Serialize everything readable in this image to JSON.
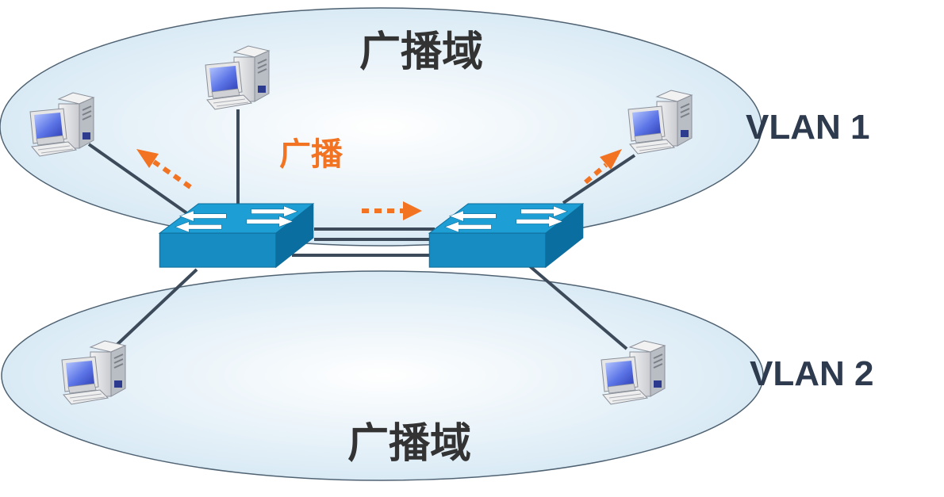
{
  "diagram": {
    "top_domain_label": "广播域",
    "bottom_domain_label": "广播域",
    "broadcast_label": "广播",
    "vlan1_label": "VLAN 1",
    "vlan2_label": "VLAN 2"
  },
  "colors": {
    "ellipse_fill": "#dcedf7",
    "ellipse_stroke": "#4f6272",
    "switch_blue": "#1a95cc",
    "link_line": "#3c4a5a",
    "broadcast_arrow": "#f27321"
  },
  "icons": {
    "pc": "desktop-computer-icon",
    "switch": "lan-switch-icon"
  }
}
